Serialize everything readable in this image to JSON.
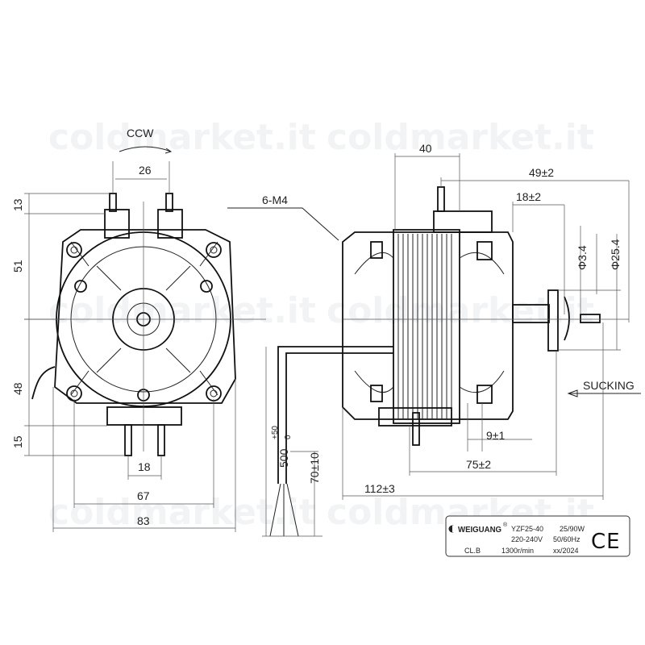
{
  "watermark": "coldmarket.it",
  "front_view": {
    "rotation": "CCW",
    "dims": {
      "pin_spacing_top": "26",
      "top_pin": "13",
      "upper_height": "51",
      "lower_height": "48",
      "bottom_pin": "15",
      "pin_spacing_bottom": "18",
      "mount_spacing": "67",
      "overall_width": "83"
    },
    "mount_callout": "6-M4"
  },
  "side_view": {
    "dims": {
      "lamination": "40",
      "shaft_from_body": "49±2",
      "shaft_length": "18±2",
      "shaft_dia": "Φ3.4",
      "hub_dia": "Φ25.4",
      "hub_offset": "9±1",
      "body_length": "75±2",
      "overall_length": "112±3",
      "cable_length": "500",
      "cable_tol_upper": "+50",
      "cable_tol_lower": "0",
      "lead_strip": "70±10"
    },
    "airflow_label": "SUCKING"
  },
  "nameplate": {
    "brand": "WEIGUANG",
    "registered": "®",
    "model": "YZF25-40",
    "power": "25/90W",
    "voltage": "220-240V",
    "frequency": "50/60Hz",
    "insulation_class": "CL.B",
    "speed": "1300r/min",
    "date": "xx/2024",
    "certification": "CE"
  }
}
